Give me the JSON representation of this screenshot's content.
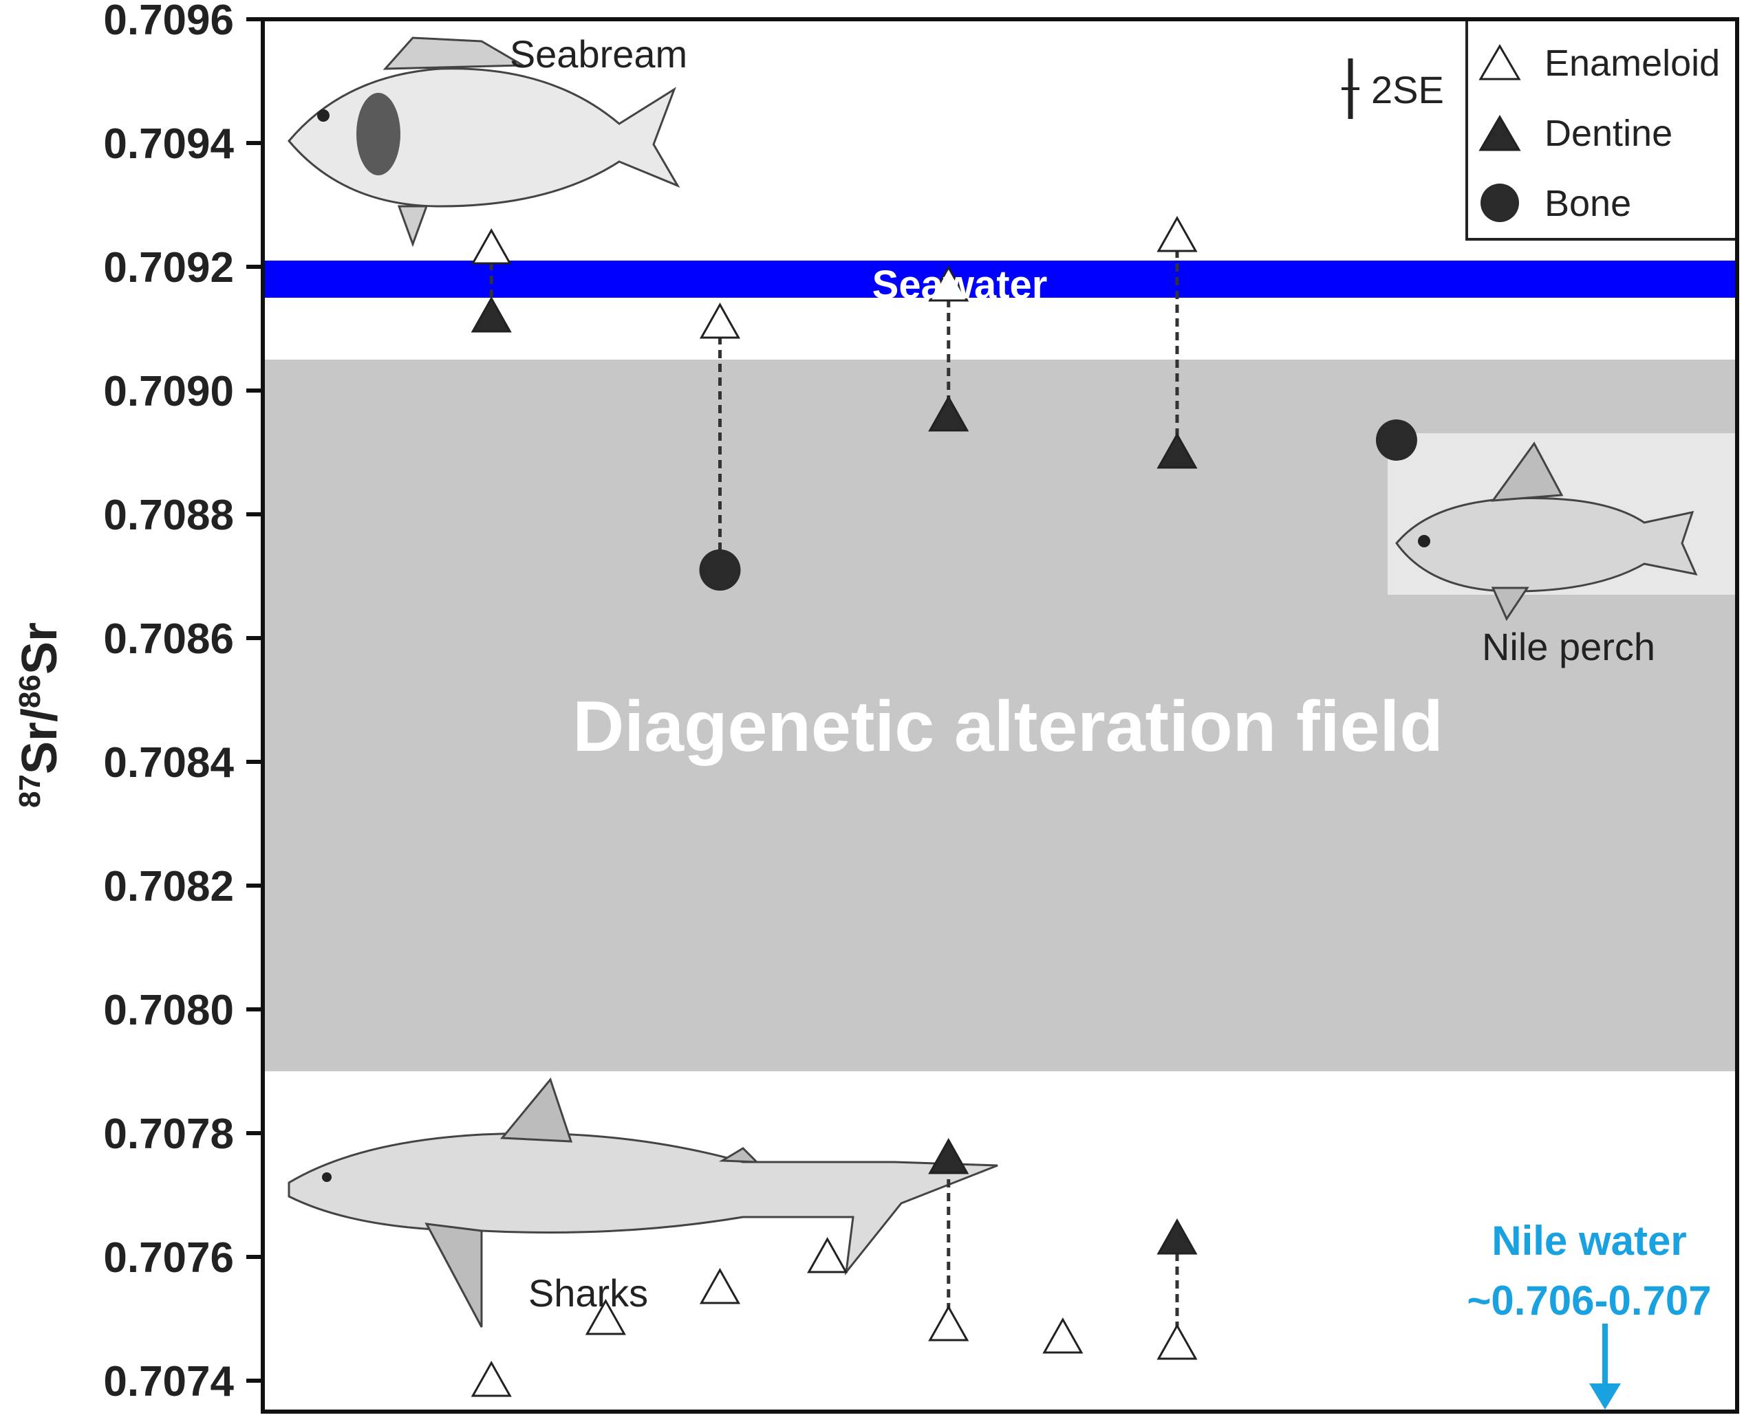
{
  "chart_data": {
    "type": "scatter",
    "ylabel_parts": {
      "sup1": "87",
      "base1": "Sr/",
      "sup2": "86",
      "base2": "Sr"
    },
    "ylim": [
      0.70735,
      0.7096
    ],
    "yticks": [
      "0.7074",
      "0.7076",
      "0.7078",
      "0.7080",
      "0.7082",
      "0.7084",
      "0.7086",
      "0.7088",
      "0.7090",
      "0.7092",
      "0.7094",
      "0.7096"
    ],
    "xlim": [
      0,
      6.45
    ],
    "x_tick_labels": false,
    "grid": false,
    "bands": [
      {
        "label": "Diagenetic alteration field",
        "y0": 0.7079,
        "y1": 0.70905,
        "color": "#c6c7c6"
      },
      {
        "label": "Seawater",
        "y0": 0.70915,
        "y1": 0.70921,
        "color": "#0000ff"
      }
    ],
    "series": [
      {
        "name": "Enameloid",
        "marker": "triangle-open",
        "points": [
          {
            "x": 1.0,
            "y": 0.70923
          },
          {
            "x": 2.0,
            "y": 0.70911
          },
          {
            "x": 3.0,
            "y": 0.70917
          },
          {
            "x": 4.0,
            "y": 0.70925
          },
          {
            "x": 1.0,
            "y": 0.7074
          },
          {
            "x": 1.5,
            "y": 0.7075
          },
          {
            "x": 2.0,
            "y": 0.70755
          },
          {
            "x": 2.47,
            "y": 0.7076
          },
          {
            "x": 3.0,
            "y": 0.70749
          },
          {
            "x": 3.5,
            "y": 0.70747
          },
          {
            "x": 4.0,
            "y": 0.70746
          }
        ]
      },
      {
        "name": "Dentine",
        "marker": "triangle-filled",
        "points": [
          {
            "x": 1.0,
            "y": 0.70912
          },
          {
            "x": 3.0,
            "y": 0.70896
          },
          {
            "x": 4.0,
            "y": 0.7089
          },
          {
            "x": 3.0,
            "y": 0.70776
          },
          {
            "x": 4.0,
            "y": 0.70763
          }
        ]
      },
      {
        "name": "Bone",
        "marker": "circle-filled",
        "points": [
          {
            "x": 2.0,
            "y": 0.70871
          },
          {
            "x": 4.96,
            "y": 0.70892
          }
        ]
      }
    ],
    "connectors": [
      {
        "x": 1.0,
        "y0": 0.70923,
        "y1": 0.70912
      },
      {
        "x": 2.0,
        "y0": 0.70911,
        "y1": 0.70871
      },
      {
        "x": 3.0,
        "y0": 0.70917,
        "y1": 0.70896
      },
      {
        "x": 4.0,
        "y0": 0.70925,
        "y1": 0.7089
      },
      {
        "x": 3.0,
        "y0": 0.70749,
        "y1": 0.70776
      },
      {
        "x": 4.0,
        "y0": 0.70746,
        "y1": 0.70763
      }
    ],
    "annotations": {
      "seabream": "Seabream",
      "nile_perch": "Nile perch",
      "sharks": "Sharks",
      "error_bar": "2SE",
      "nile_water_line1": "Nile water",
      "nile_water_line2": "~0.706-0.707"
    },
    "legend": {
      "position": "top-right",
      "items": [
        {
          "label": "Enameloid",
          "marker": "triangle-open"
        },
        {
          "label": "Dentine",
          "marker": "triangle-filled"
        },
        {
          "label": "Bone",
          "marker": "circle-filled"
        }
      ]
    },
    "colors": {
      "diagenetic_field": "#c6c7c6",
      "seawater": "#0000ff",
      "nile_water": "#1aa1e0",
      "marker": "#2a2a2a"
    }
  }
}
